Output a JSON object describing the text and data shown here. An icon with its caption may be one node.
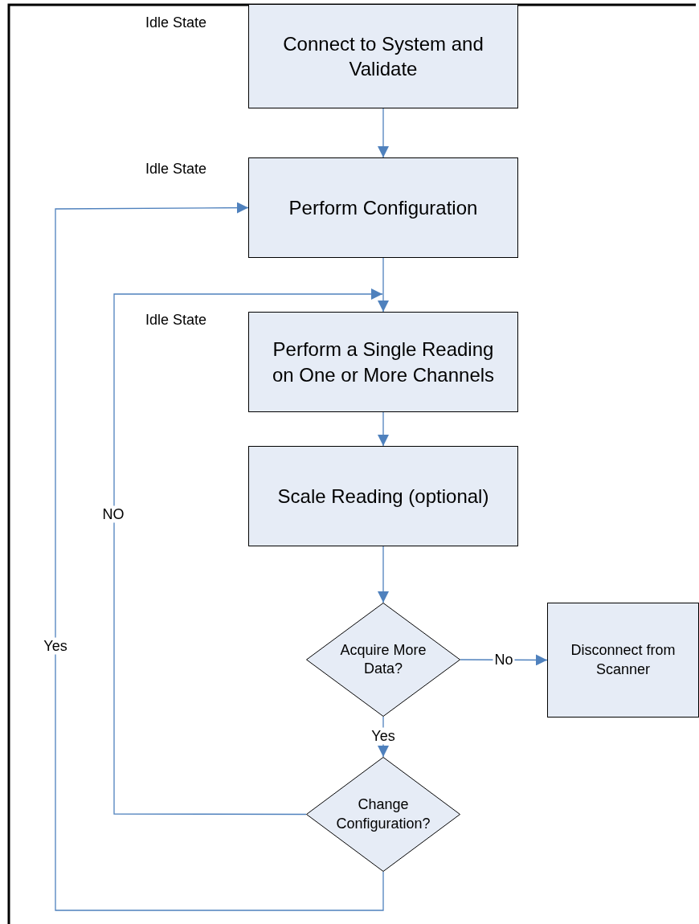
{
  "diagram": {
    "nodes": [
      {
        "text": [
          "Connect to System and Validate"
        ],
        "beside": [
          "Idle State"
        ]
      },
      {
        "text": [
          "Perform Configuration"
        ],
        "beside": [
          "Idle State"
        ]
      },
      {
        "text": [
          "Perform a Single Reading on One or More Channels"
        ],
        "beside": [
          "Idle State"
        ]
      },
      {
        "text": [
          "Scale Reading (optional)"
        ]
      },
      {
        "text": [
          "Acquire More Data?"
        ]
      },
      {
        "text": [
          "Disconnect from Scanner"
        ]
      },
      {
        "text": [
          "Change Configuration?"
        ]
      }
    ],
    "edges": [
      {
        "from": 0,
        "to": 1,
        "arrow": "to"
      },
      {
        "from": 1,
        "to": 2,
        "arrow": "to"
      },
      {
        "from": 2,
        "to": 3,
        "arrow": "to"
      },
      {
        "from": 3,
        "to": 4,
        "arrow": "to"
      },
      {
        "from": 4,
        "to": 5,
        "arrow": "to",
        "label": "No"
      },
      {
        "from": 4,
        "to": 6,
        "arrow": "to",
        "label": "Yes"
      },
      {
        "from": 6,
        "to": 2,
        "arrow": "to",
        "label": "NO"
      },
      {
        "from": 6,
        "to": 1,
        "arrow": "to",
        "label": "Yes"
      }
    ]
  }
}
